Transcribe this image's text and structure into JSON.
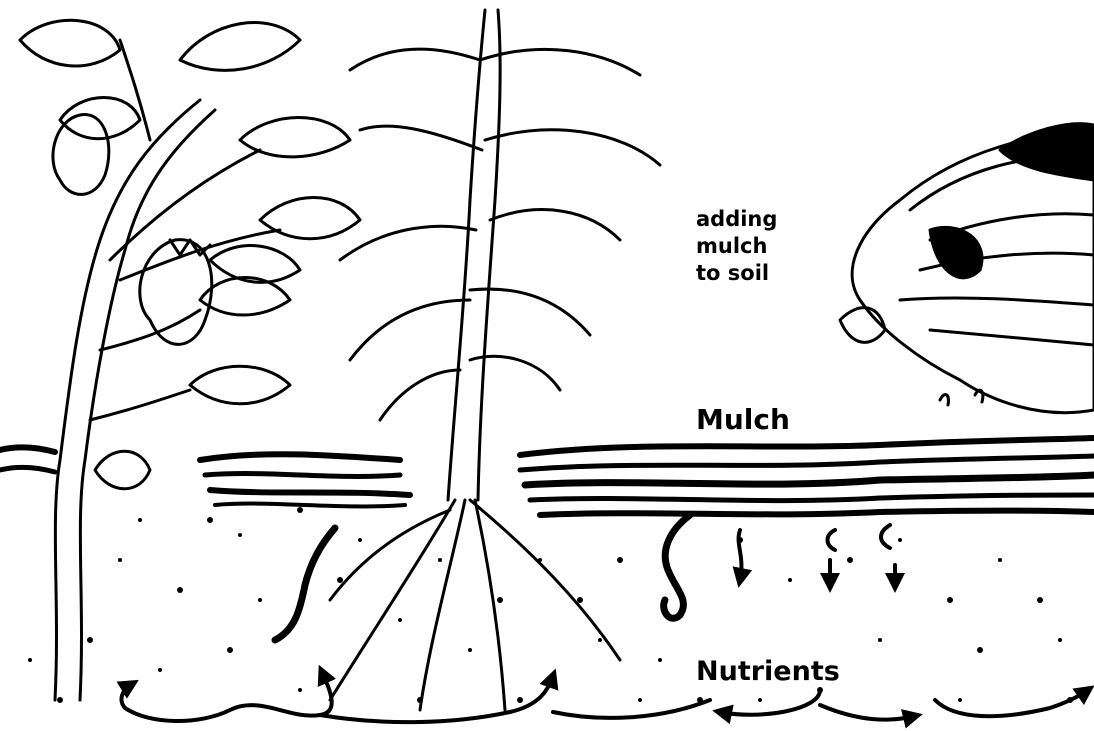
{
  "labels": {
    "adding_mulch": [
      "adding",
      "mulch",
      "to soil"
    ],
    "mulch": "Mulch",
    "nutrients": "Nutrients"
  },
  "colors": {
    "ink": "#000000",
    "paper": "#ffffff"
  },
  "icons": [
    "eggplant-plant",
    "corn-plant",
    "mulch-bundle",
    "earthworm",
    "nutrient-arrow"
  ]
}
